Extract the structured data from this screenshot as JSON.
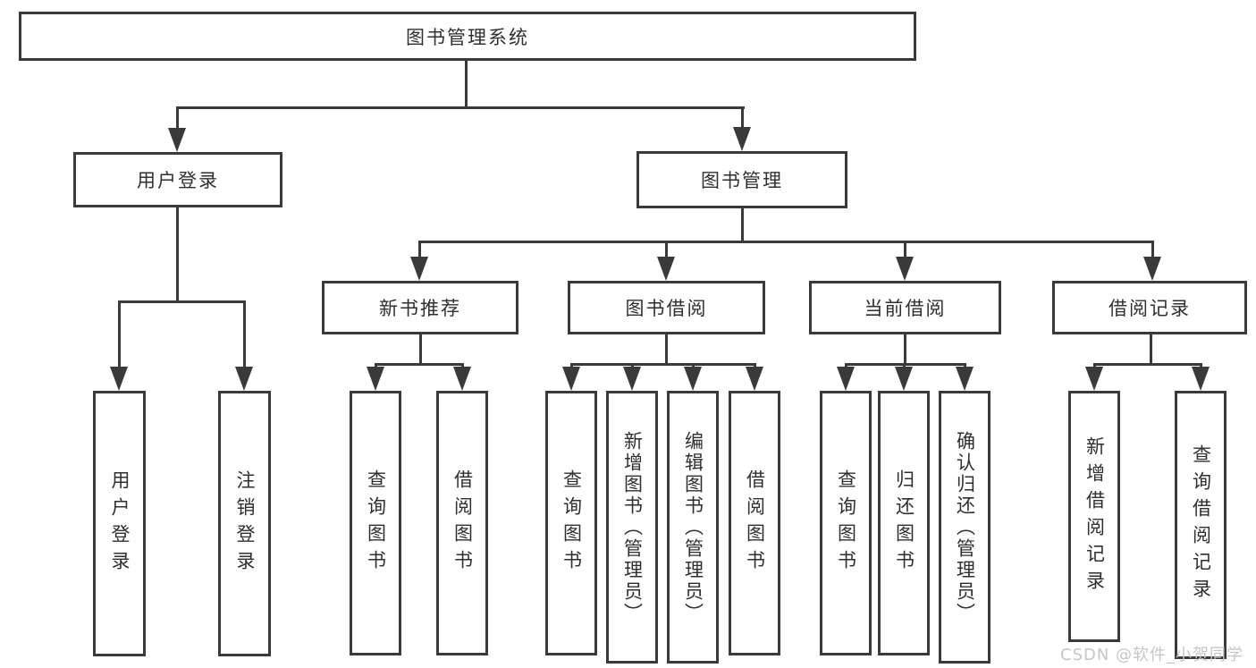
{
  "colors": {
    "line": "#3a3a3a",
    "text": "#2f2f2f",
    "watermark": "#c6c6c6",
    "background": "#ffffff"
  },
  "nodes": {
    "root": "图书管理系统",
    "level2": [
      "用户登录",
      "图书管理"
    ],
    "level3": [
      "新书推荐",
      "图书借阅",
      "当前借阅",
      "借阅记录"
    ],
    "leaves": {
      "user_login": [
        "用户登录",
        "注销登录"
      ],
      "new_book_rec": [
        "查询图书",
        "借阅图书"
      ],
      "book_borrow": [
        "查询图书",
        "新增图书（管理员）",
        "编辑图书（管理员）",
        "借阅图书"
      ],
      "current_borrow": [
        "查询图书",
        "归还图书",
        "确认归还（管理员）"
      ],
      "borrow_records": [
        "新增借阅记录",
        "查询借阅记录"
      ]
    }
  },
  "watermark": "CSDN @软件_小贺同学"
}
